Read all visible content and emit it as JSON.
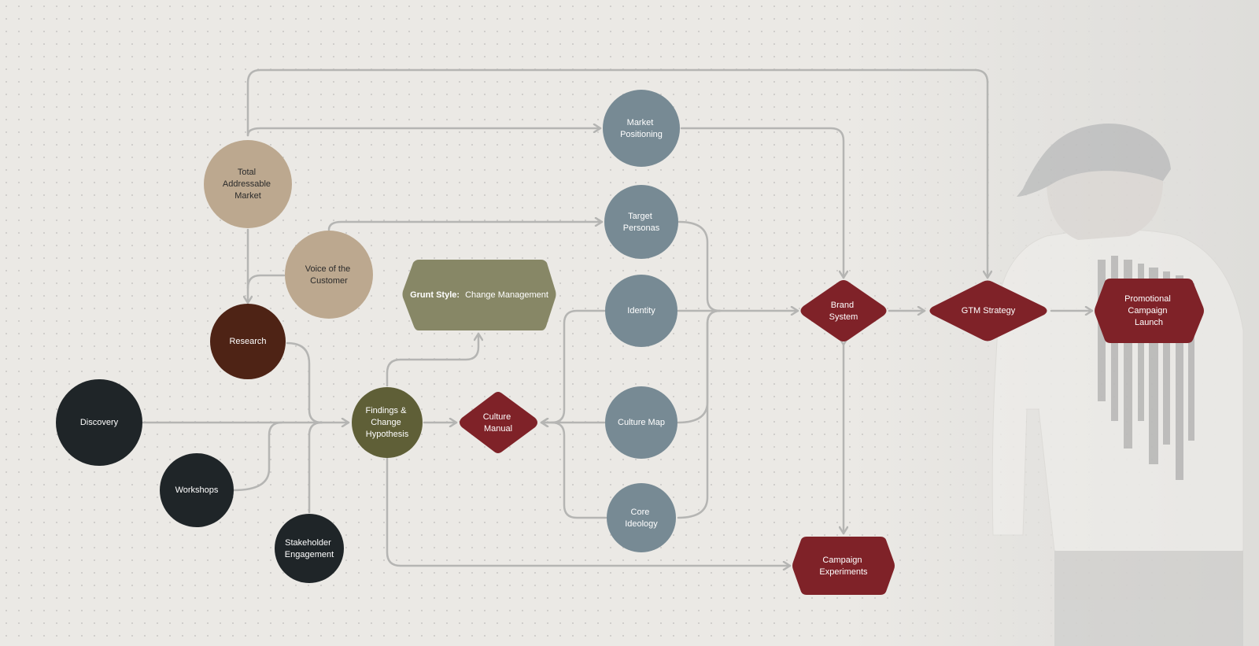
{
  "nodes": {
    "total_addressable_market": [
      "Total",
      "Addressable",
      "Market"
    ],
    "voice_of_the_customer": [
      "Voice of the",
      "Customer"
    ],
    "research": [
      "Research"
    ],
    "discovery": [
      "Discovery"
    ],
    "workshops": [
      "Workshops"
    ],
    "stakeholder_engagement": [
      "Stakeholder",
      "Engagement"
    ],
    "findings_change_hypothesis": [
      "Findings &",
      "Change",
      "Hypothesis"
    ],
    "change_management": {
      "brand": "Grunt Style:",
      "label": "Change Management"
    },
    "culture_manual": [
      "Culture",
      "Manual"
    ],
    "market_positioning": [
      "Market",
      "Positioning"
    ],
    "target_personas": [
      "Target",
      "Personas"
    ],
    "identity": [
      "Identity"
    ],
    "culture_map": [
      "Culture Map"
    ],
    "core_ideology": [
      "Core",
      "Ideology"
    ],
    "brand_system": [
      "Brand",
      "System"
    ],
    "gtm_strategy": [
      "GTM Strategy"
    ],
    "promotional_campaign_launch": [
      "Promotional",
      "Campaign",
      "Launch"
    ],
    "campaign_experiments": [
      "Campaign",
      "Experiments"
    ]
  },
  "colors": {
    "tan": "#bca88f",
    "brown": "#4e2315",
    "charcoal": "#1f2528",
    "olive": "#5f5f37",
    "olive_light": "#878766",
    "slate": "#778a94",
    "crimson": "#7f2228",
    "connector": "#b5b5b3"
  }
}
